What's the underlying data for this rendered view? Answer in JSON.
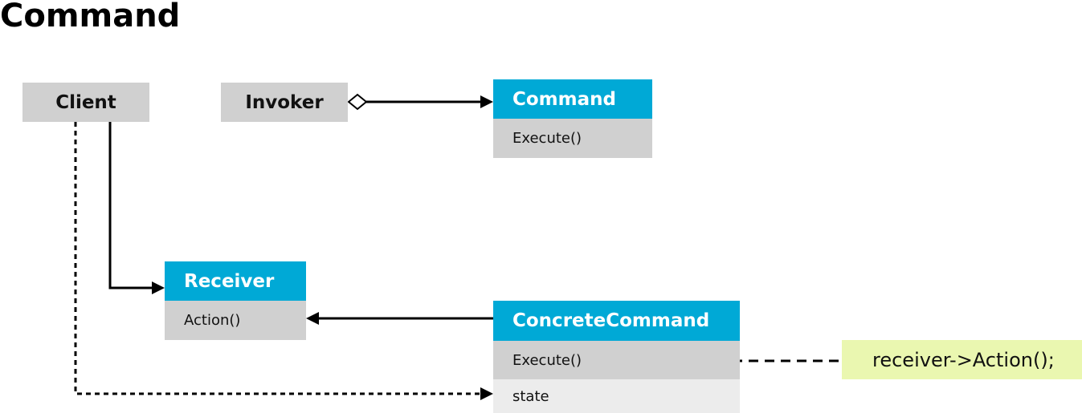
{
  "diagram": {
    "title": "Command",
    "classes": {
      "client": {
        "name": "Client"
      },
      "invoker": {
        "name": "Invoker"
      },
      "command": {
        "name": "Command",
        "operations": [
          "Execute()"
        ]
      },
      "receiver": {
        "name": "Receiver",
        "operations": [
          "Action()"
        ]
      },
      "concrete_command": {
        "name": "ConcreteCommand",
        "operations": [
          "Execute()"
        ],
        "attributes": [
          "state"
        ]
      }
    },
    "note": {
      "text": "receiver->Action();"
    },
    "colors": {
      "class_header": "#00a9d6",
      "class_body": "#d0d0d0",
      "attribute_body": "#ececec",
      "plain_class": "#d0d0d0",
      "note": "#eaf7b0",
      "line": "#000000"
    },
    "relations": [
      {
        "from": "invoker",
        "to": "command",
        "kind": "aggregation"
      },
      {
        "from": "client",
        "to": "receiver",
        "kind": "association"
      },
      {
        "from": "concrete_command",
        "to": "receiver",
        "kind": "association"
      },
      {
        "from": "client",
        "to": "concrete_command",
        "kind": "dependency"
      },
      {
        "from": "concrete_command",
        "to": "note",
        "kind": "note-link"
      }
    ]
  }
}
